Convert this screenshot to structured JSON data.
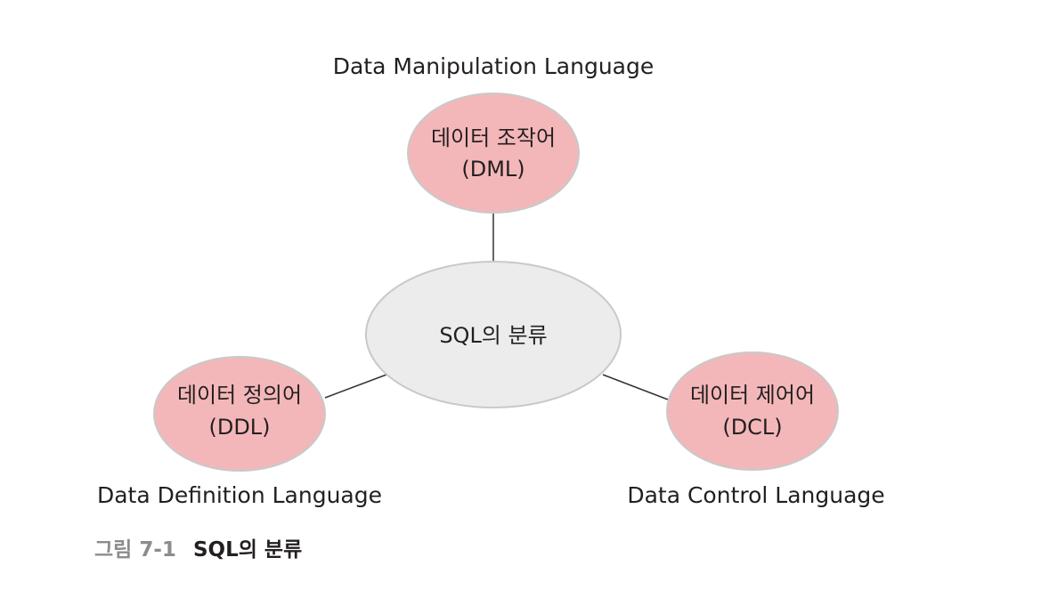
{
  "diagram": {
    "center": {
      "label": "SQL의 분류"
    },
    "nodes": [
      {
        "id": "dml",
        "line1": "데이터 조작어",
        "line2": "(DML)",
        "outer_label": "Data Manipulation Language"
      },
      {
        "id": "ddl",
        "line1": "데이터 정의어",
        "line2": "(DDL)",
        "outer_label": "Data Definition Language"
      },
      {
        "id": "dcl",
        "line1": "데이터 제어어",
        "line2": "(DCL)",
        "outer_label": "Data Control Language"
      }
    ],
    "colors": {
      "node_fill": "#f4b7b9",
      "node_stroke": "#c9c9c9",
      "center_fill": "#ececec",
      "center_stroke": "#c9c9c9",
      "connector": "#333333"
    }
  },
  "caption": {
    "number": "그림 7-1",
    "title": "SQL의 분류"
  }
}
